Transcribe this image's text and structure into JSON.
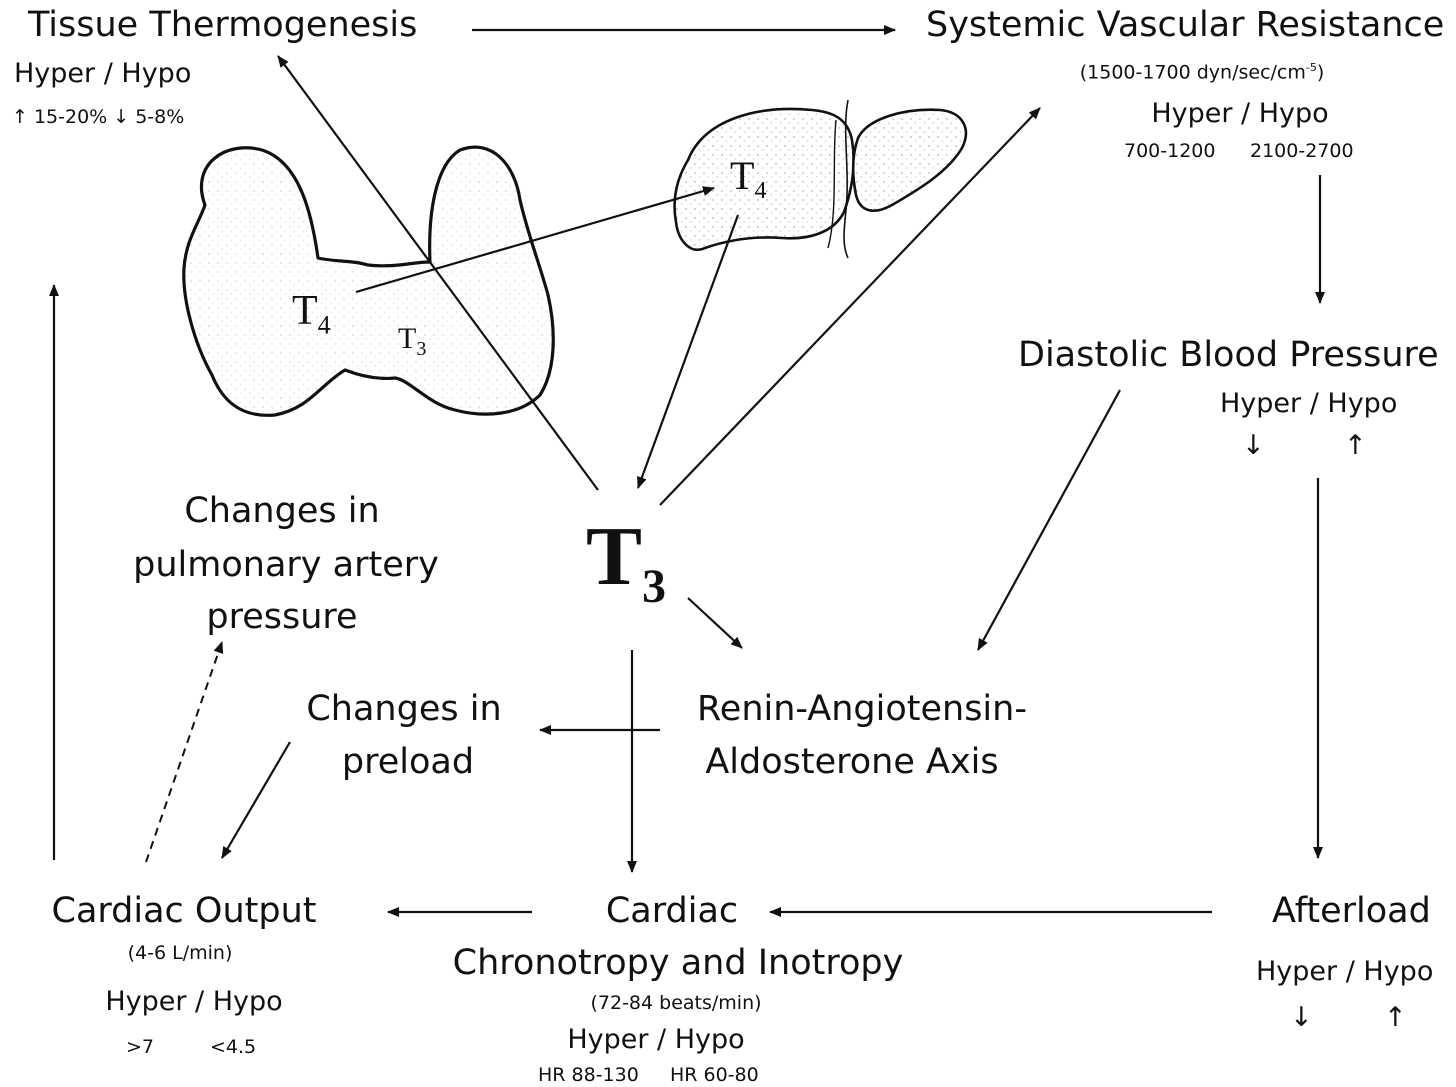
{
  "tissue_thermogenesis": {
    "title": "Tissue Thermogenesis",
    "hyper_hypo": "Hyper  / Hypo",
    "values": "↑ 15-20%  ↓ 5-8%"
  },
  "svr": {
    "title": "Systemic Vascular Resistance",
    "range_prefix": "(1500-1700 dyn/sec/cm",
    "range_exp": "-5",
    "range_suffix": ")",
    "hyper_hypo": "Hyper  /  Hypo",
    "hyper_value": "700-1200",
    "hypo_value": "2100-2700"
  },
  "dbp": {
    "title": "Diastolic Blood Pressure",
    "hyper_hypo": "Hyper  / Hypo",
    "hyper_arrow": "↓",
    "hypo_arrow": "↑"
  },
  "t3_center": {
    "letter": "T",
    "sub": "3"
  },
  "thyroid": {
    "t4_letter": "T",
    "t4_sub": "4",
    "t3_letter": "T",
    "t3_sub": "3"
  },
  "liver": {
    "t4_letter": "T",
    "t4_sub": "4"
  },
  "pulmonary": {
    "line1": "Changes in",
    "line2": "pulmonary artery",
    "line3": "pressure"
  },
  "preload": {
    "line1": "Changes in",
    "line2": "preload"
  },
  "raas": {
    "line1": "Renin-Angiotensin-",
    "line2": "Aldosterone Axis"
  },
  "cardiac_output": {
    "title": "Cardiac Output",
    "range": "(4-6 L/min)",
    "hyper_hypo": "Hyper / Hypo",
    "hyper_value": ">7",
    "hypo_value": "<4.5"
  },
  "cardiac_chrono": {
    "line1": "Cardiac",
    "line2": "Chronotropy and Inotropy",
    "range": "(72-84 beats/min)",
    "hyper_hypo": "Hyper  /  Hypo",
    "hyper_value": "HR 88-130",
    "hypo_value": "HR 60-80"
  },
  "afterload": {
    "title": "Afterload",
    "hyper_hypo": "Hyper /  Hypo",
    "hyper_arrow": "↓",
    "hypo_arrow": "↑"
  }
}
